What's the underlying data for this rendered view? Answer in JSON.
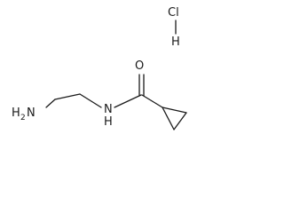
{
  "molecule": {
    "amine_group": {
      "symbol": "H",
      "subscript": "2",
      "element": "N"
    },
    "amide_nitrogen": {
      "element": "N",
      "hydrogen": "H"
    },
    "carbonyl_oxygen": {
      "element": "O"
    },
    "salt": {
      "chlorine": "Cl",
      "hydrogen": "H"
    }
  }
}
